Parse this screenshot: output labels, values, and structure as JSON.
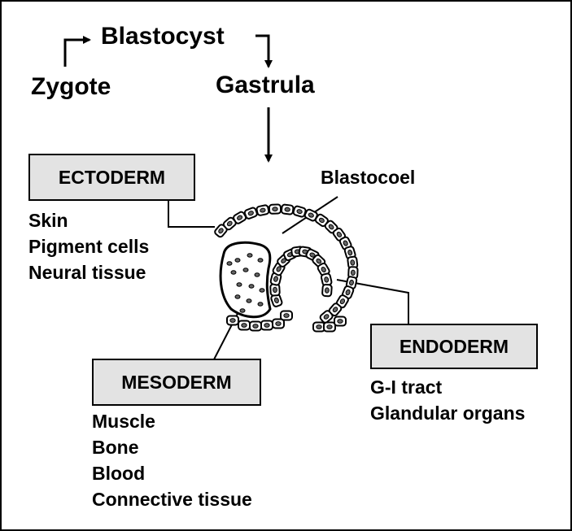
{
  "flow": {
    "zygote": "Zygote",
    "blastocyst": "Blastocyst",
    "gastrula": "Gastrula"
  },
  "blastocoel_label": "Blastocoel",
  "ectoderm": {
    "title": "ECTODERM",
    "items": [
      "Skin",
      "Pigment cells",
      "Neural tissue"
    ]
  },
  "mesoderm": {
    "title": "MESODERM",
    "items": [
      "Muscle",
      "Bone",
      "Blood",
      "Connective tissue"
    ]
  },
  "endoderm": {
    "title": "ENDODERM",
    "items": [
      "G-I tract",
      "Glandular organs"
    ]
  },
  "colors": {
    "box_fill": "#e3e3e3",
    "line": "#000000",
    "cell_nucleus": "#666666"
  }
}
